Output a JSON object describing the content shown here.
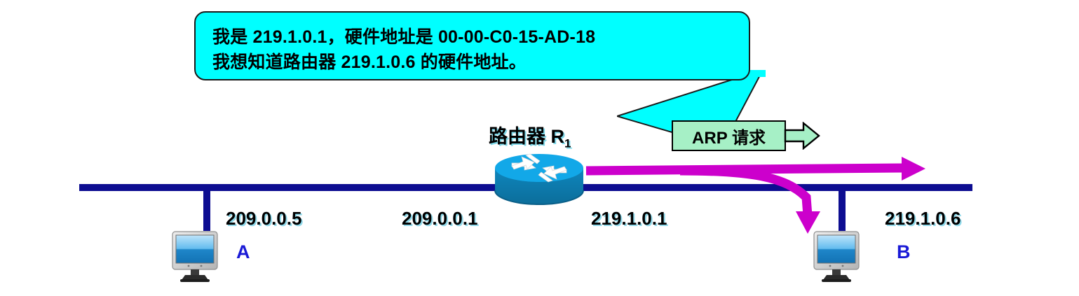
{
  "diagram": {
    "title": "ARP request broadcast on an Ethernet segment",
    "colors": {
      "bubble_fill": "#00FFFF",
      "bubble_border": "#1a1a1a",
      "bus_line": "#0D0D91",
      "arp_flow": "#CC00CC",
      "arp_box_fill": "#A6F0C6",
      "router_body": "#0F9BD7",
      "router_body_dark": "#0E7FAF",
      "host_letter": "#1a1ad6",
      "text_shadow": "#8fd9ea"
    }
  },
  "speech_bubble": {
    "line_1": "我是 219.1.0.1，硬件地址是 00-00-C0-15-AD-18",
    "line_2": "我想知道路由器 219.1.0.6 的硬件地址。"
  },
  "router": {
    "label_text": "路由器 R",
    "label_subscript": "1",
    "icon_name": "router-icon"
  },
  "arp": {
    "box_label": "ARP 请求",
    "arrow_icon_name": "hollow-right-arrow-icon"
  },
  "labels": {
    "ip_a": "209.0.0.5",
    "ip_r1_left": "209.0.0.1",
    "ip_r1_right": "219.1.0.1",
    "ip_b": "219.1.0.6",
    "host_a": "A",
    "host_b": "B"
  }
}
